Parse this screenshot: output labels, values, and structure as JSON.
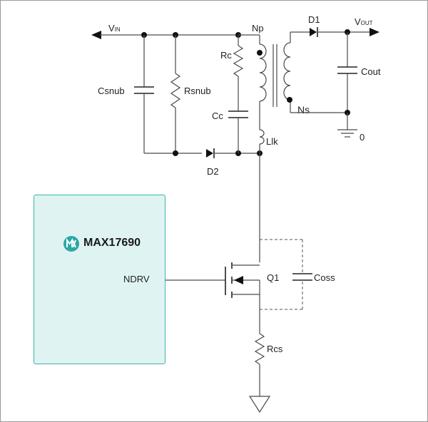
{
  "labels": {
    "vin": "V",
    "vin_sub": "IN",
    "vout": "V",
    "vout_sub": "OUT",
    "np": "Np",
    "ns": "Ns",
    "d1": "D1",
    "d2": "D2",
    "rc": "Rc",
    "cc": "Cc",
    "llk": "Llk",
    "csnub": "Csnub",
    "rsnub": "Rsnub",
    "cout": "Cout",
    "zero": "0",
    "q1": "Q1",
    "coss": "Coss",
    "rcs": "Rcs"
  },
  "ic": {
    "name": "MAX17690",
    "pin": "NDRV",
    "logo": "maxim-logo-icon"
  },
  "colors": {
    "ic_fill": "#dff3f2",
    "ic_border": "#3fb3b0",
    "logo": "#2aa9a5",
    "wire": "#4a4a4a"
  }
}
